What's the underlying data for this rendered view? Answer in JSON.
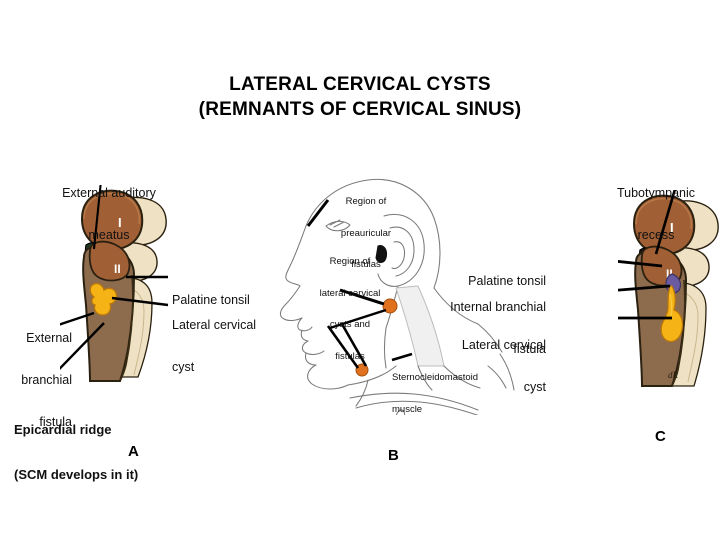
{
  "figure": {
    "title_lines": [
      "LATERAL CERVICAL CYSTS",
      "(REMNANTS OF CERVICAL SINUS)"
    ],
    "background_color": "#ffffff",
    "text_color": "#111111"
  },
  "palette": {
    "arch_brown": "#a05f35",
    "arch_brown_dark": "#8a5028",
    "neck_brown": "#8d6c4e",
    "cream": "#efe2c4",
    "cream_shadow": "#e2d2ae",
    "cyst_yellow": "#f5b316",
    "cyst_yellow_light": "#f8c93f",
    "fistula_purple": "#6a5aa0",
    "outline_dark": "#2b2111",
    "outline_black": "#000000",
    "line_grey": "#7a7a7a",
    "marker_orange": "#e0721f"
  },
  "panels": [
    {
      "id": "A",
      "letter": "A",
      "labels": [
        {
          "name": "external-auditory-meatus",
          "lines": [
            "External auditory",
            "meatus"
          ],
          "bold": false,
          "align": "center"
        },
        {
          "name": "palatine-tonsil",
          "lines": [
            "Palatine tonsil"
          ],
          "bold": false,
          "align": "left"
        },
        {
          "name": "lateral-cervical-cyst",
          "lines": [
            "Lateral cervical",
            "cyst"
          ],
          "bold": false,
          "align": "left"
        },
        {
          "name": "external-branchial-fistula",
          "lines": [
            "External",
            "branchial",
            "fistula"
          ],
          "bold": false,
          "align": "right"
        },
        {
          "name": "epicardial-ridge",
          "lines": [
            "Epicardial ridge",
            "(SCM develops in it)"
          ],
          "bold": true,
          "align": "left"
        }
      ],
      "numerals": [
        "I",
        "II"
      ]
    },
    {
      "id": "B",
      "letter": "B",
      "labels": [
        {
          "name": "region-of-preauricular-fistulas",
          "lines": [
            "Region of",
            "preauricular",
            "fistulas"
          ],
          "bold": false,
          "align": "center"
        },
        {
          "name": "region-of-lateral-cervical-cysts-and-fistulas",
          "lines": [
            "Region of",
            "lateral cervical",
            "cysts and",
            "fistulas"
          ],
          "bold": false,
          "align": "center"
        },
        {
          "name": "sternocleidomastoid-muscle",
          "lines": [
            "Sternocleidomastoid",
            "muscle"
          ],
          "bold": false,
          "align": "left"
        }
      ]
    },
    {
      "id": "C",
      "letter": "C",
      "labels": [
        {
          "name": "tubotympanic-recess",
          "lines": [
            "Tubotympanic",
            "recess"
          ],
          "bold": false,
          "align": "center"
        },
        {
          "name": "palatine-tonsil",
          "lines": [
            "Palatine tonsil"
          ],
          "bold": false,
          "align": "right"
        },
        {
          "name": "internal-branchial-fistula",
          "lines": [
            "Internal branchial",
            "fistula"
          ],
          "bold": false,
          "align": "right"
        },
        {
          "name": "lateral-cervical-cyst",
          "lines": [
            "Lateral cervical",
            "cyst"
          ],
          "bold": false,
          "align": "right"
        }
      ],
      "numerals": [
        "I",
        "II"
      ],
      "signature": "dR"
    }
  ]
}
